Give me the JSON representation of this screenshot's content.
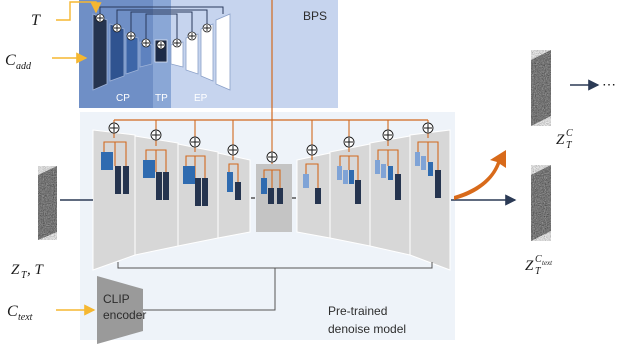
{
  "bps": {
    "title": "BPS",
    "cp": "CP",
    "tp": "TP",
    "ep": "EP"
  },
  "inputs": {
    "t": "T",
    "c_add": {
      "base": "C",
      "sub": "add"
    },
    "zt": {
      "z": "Z",
      "sub": "T",
      "tail": ", T"
    },
    "c_text": {
      "base": "C",
      "sub": "text"
    }
  },
  "clip": {
    "line1": "CLIP",
    "line2": "encoder"
  },
  "denoise": {
    "line1": "Pre-trained",
    "line2": "denoise model"
  },
  "outputs": {
    "ztc": {
      "z": "Z",
      "sub": "T",
      "sup": "C"
    },
    "zttext": {
      "z": "Z",
      "sub": "T",
      "sup": "C",
      "supsub": "text"
    },
    "ellipsis": "⋯"
  },
  "colors": {
    "orange_line": "#d2691e",
    "yellow_line": "#f5b731",
    "bps_bg": "#c6d4ee",
    "cp_bg": "#6f8fc6",
    "tp_bg": "#8aa7d6",
    "dark_block": "#25344f",
    "mid_block": "#2f6bb0",
    "light_block": "#7fa3d6",
    "panel_bg": "#eef3f9",
    "trapezoid": "#d7d7d7",
    "arrow_orange": "#d86a1a"
  }
}
